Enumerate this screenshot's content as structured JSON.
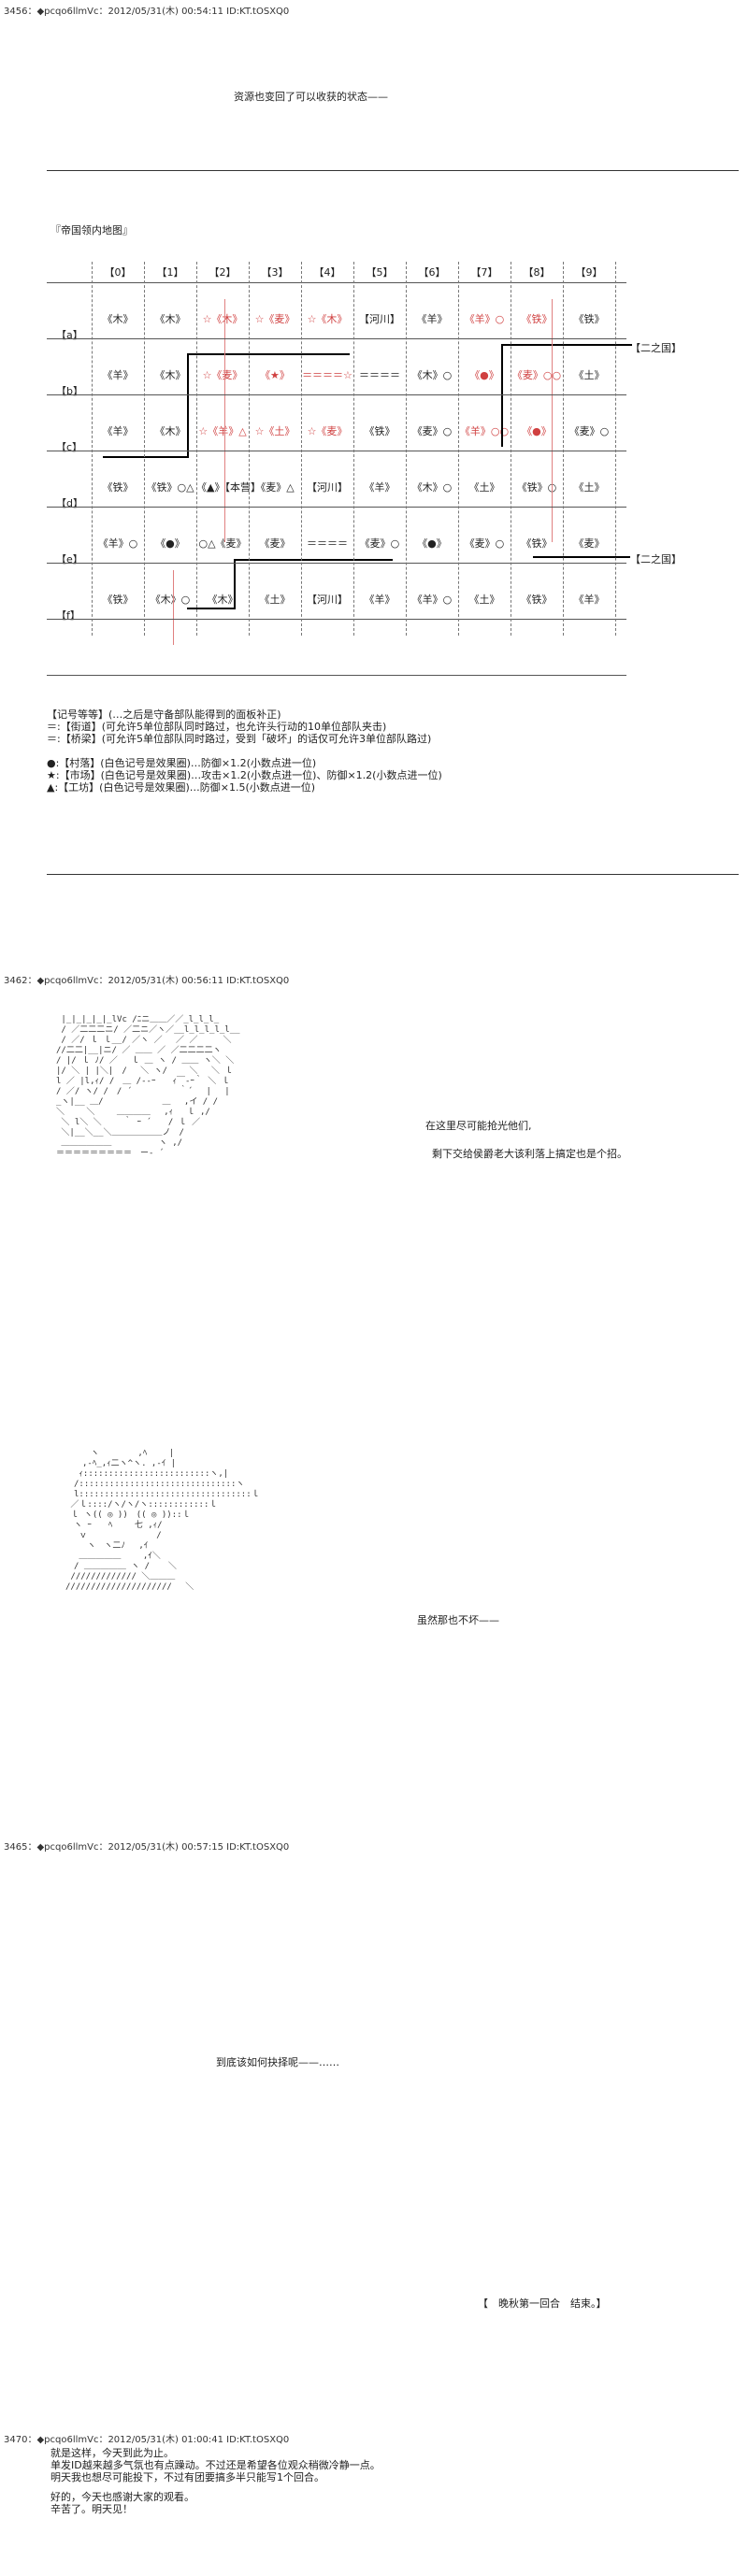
{
  "posts": [
    {
      "header": "3456：◆pcqo6llmVc：2012/05/31(木) 00:54:11 ID:KT.tOSXQ0"
    },
    {
      "header": "3462：◆pcqo6llmVc：2012/05/31(木) 00:56:11 ID:KT.tOSXQ0"
    },
    {
      "header": "3465：◆pcqo6llmVc：2012/05/31(木) 00:57:15 ID:KT.tOSXQ0"
    },
    {
      "header": "3470：◆pcqo6llmVc：2012/05/31(木) 01:00:41 ID:KT.tOSXQ0"
    }
  ],
  "post1": {
    "line": "资源也变回了可以收获的状态——",
    "map_title": "『帝国领内地图』",
    "col_headers": [
      "【0】",
      "【1】",
      "【2】",
      "【3】",
      "【4】",
      "【5】",
      "【6】",
      "【7】",
      "【8】",
      "【9】"
    ],
    "row_labels": [
      "【a】",
      "【b】",
      "【c】",
      "【d】",
      "【e】",
      "【f】"
    ],
    "rows": [
      [
        "《木》",
        "《木》",
        "☆《木》",
        "☆《麦》",
        "☆《木》",
        "【河川】",
        "《羊》",
        "《羊》○",
        "《铁》",
        "《铁》"
      ],
      [
        "《羊》",
        "《木》",
        "☆《麦》",
        "《★》",
        "＝＝＝＝☆",
        "＝＝＝＝",
        "《木》○",
        "《●》",
        "《麦》○○",
        "《土》"
      ],
      [
        "《羊》",
        "《木》",
        "☆《羊》△",
        "☆《土》",
        "☆《麦》",
        "《铁》",
        "《麦》○",
        "《羊》○○",
        "《●》",
        "《麦》○"
      ],
      [
        "《铁》",
        "《铁》○△",
        "《▲》【本营】",
        "《麦》△",
        "【河川】",
        "《羊》",
        "《木》○",
        "《土》",
        "《铁》○",
        "《土》"
      ],
      [
        "《羊》○",
        "《●》",
        "○△《麦》",
        "《麦》",
        "＝＝＝＝",
        "《麦》○",
        "《●》",
        "《麦》○",
        "《铁》",
        "《麦》"
      ],
      [
        "《铁》",
        "《木》○",
        "《木》",
        "《土》",
        "【河川】",
        "《羊》",
        "《羊》○",
        "《土》",
        "《铁》",
        "《羊》"
      ]
    ],
    "side_labels": [
      "【二之国】",
      "【二之国】"
    ],
    "legend": [
      "【记号等等】(…之后是守备部队能得到的面板补正)",
      "＝:【街道】(可允许5单位部队同时路过，也允许头行动的10单位部队夹击)",
      "＝:【桥梁】(可允许5单位部队同时路过，受到「破坏」的话仅可允许3单位部队路过)",
      "",
      "●:【村落】(白色记号是效果圈)…防御×1.2(小数点进一位)",
      "★:【市场】(白色记号是效果圈)…攻击×1.2(小数点进一位)、防御×1.2(小数点进一位)",
      "▲:【工坊】(白色记号是效果圈)…防御×1.5(小数点进一位)"
    ]
  },
  "post2": {
    "line1": "在这里尽可能抢光他们,",
    "line2": "剩下交给侯爵老大该利落上搞定也是个招。",
    "line3": "虽然那也不坏——"
  },
  "post3": {
    "line1": "到底该如何抉择呢——……",
    "line2": "【　晚秋第一回合　结束。】"
  },
  "post4": {
    "lines": [
      "就是这样，今天到此为止。",
      "单发ID越来越多气氛也有点躁动。不过还是希望各位观众稍微冷静一点。",
      "明天我也想尽可能投下，不过有团要搞多半只能写1个回合。",
      "",
      "好的，今天也感谢大家的观看。",
      "辛苦了。明天见！"
    ]
  },
  "aa1": " |_|_|_|_|_lVc /ﾆニ＿＿／／_l_l_l_\n / ／二二二ニ/ ／二ニ／ヽ／__l_l_l_l_l__\n / ／/ ｌ ｌ__/ ／ヽ ／　 ／ ／　　　＼\n//二二|__|ニ/ ／ ＿＿ ／ ／二二二二ヽ\n/ |/ ｌ ﾉ/ ／　 ｌ ＿ ヽ / ＿＿ ヽ＼ ＼\n|/ ＼ | |＼|　/　 ＼ ヽ/　　 ＼　 ＼ ｌ\nl ／ |l,ｨ/ /　＿ /--ｰ　　ｨ￣-ｰ｀ ＼ ｌ\n/ ／/ ヽ/ /　/ ´　　　　　 ｀´　 |　 |\n_ヽ|__ ＿/　　　　　　　＿　 ,イ / /\n＼　　 ＼　　 ＿＿＿＿　 ,ｨ　 ｌ ,/\n ＼ l＼ ＼　　 ｀ ｰ ´　　/ ｌ ／\n ＼|__＼__＼＿＿＿＿＿＿ノ　/\n ＿＿＿＿＿＿　　　　　 ヽ ,/\n＝＝＝＝＝＝＝＝＝　ー‐ ´",
  "aa2": "　　　ヽ　　　　 ,ﾍ　　 |\n　　,-ﾍ_,ｨ二ヽ^ヽ. ,-ｲ |\n　 ｨ:::::::::::::::::::::::::ヽ,|\n　/:::::::::::::::::::::::::::::::ヽ\n　l::::::::::::::::::::::::::::::::::ｌ\n ／ｌ::::/ヽ/ヽ/ヽ::::::::::::ｌ\n ｌ ヽ(( ◎ ))　(( ◎ ))::ｌ\n　ヽ ｰ　　ﾍ　　 七 ,ｨ/\n　 ｖ　　　　　 　　 /\n　　 ヽ　ヽ二ﾉ　 ,ｲ\n　 ＿＿＿＿＿　　 ,ｲ＼\n　/ ＿＿＿＿＿ ヽ / 　 ＼\n ///////////// ＼＿＿＿\n/////////////////////　 ＼"
}
